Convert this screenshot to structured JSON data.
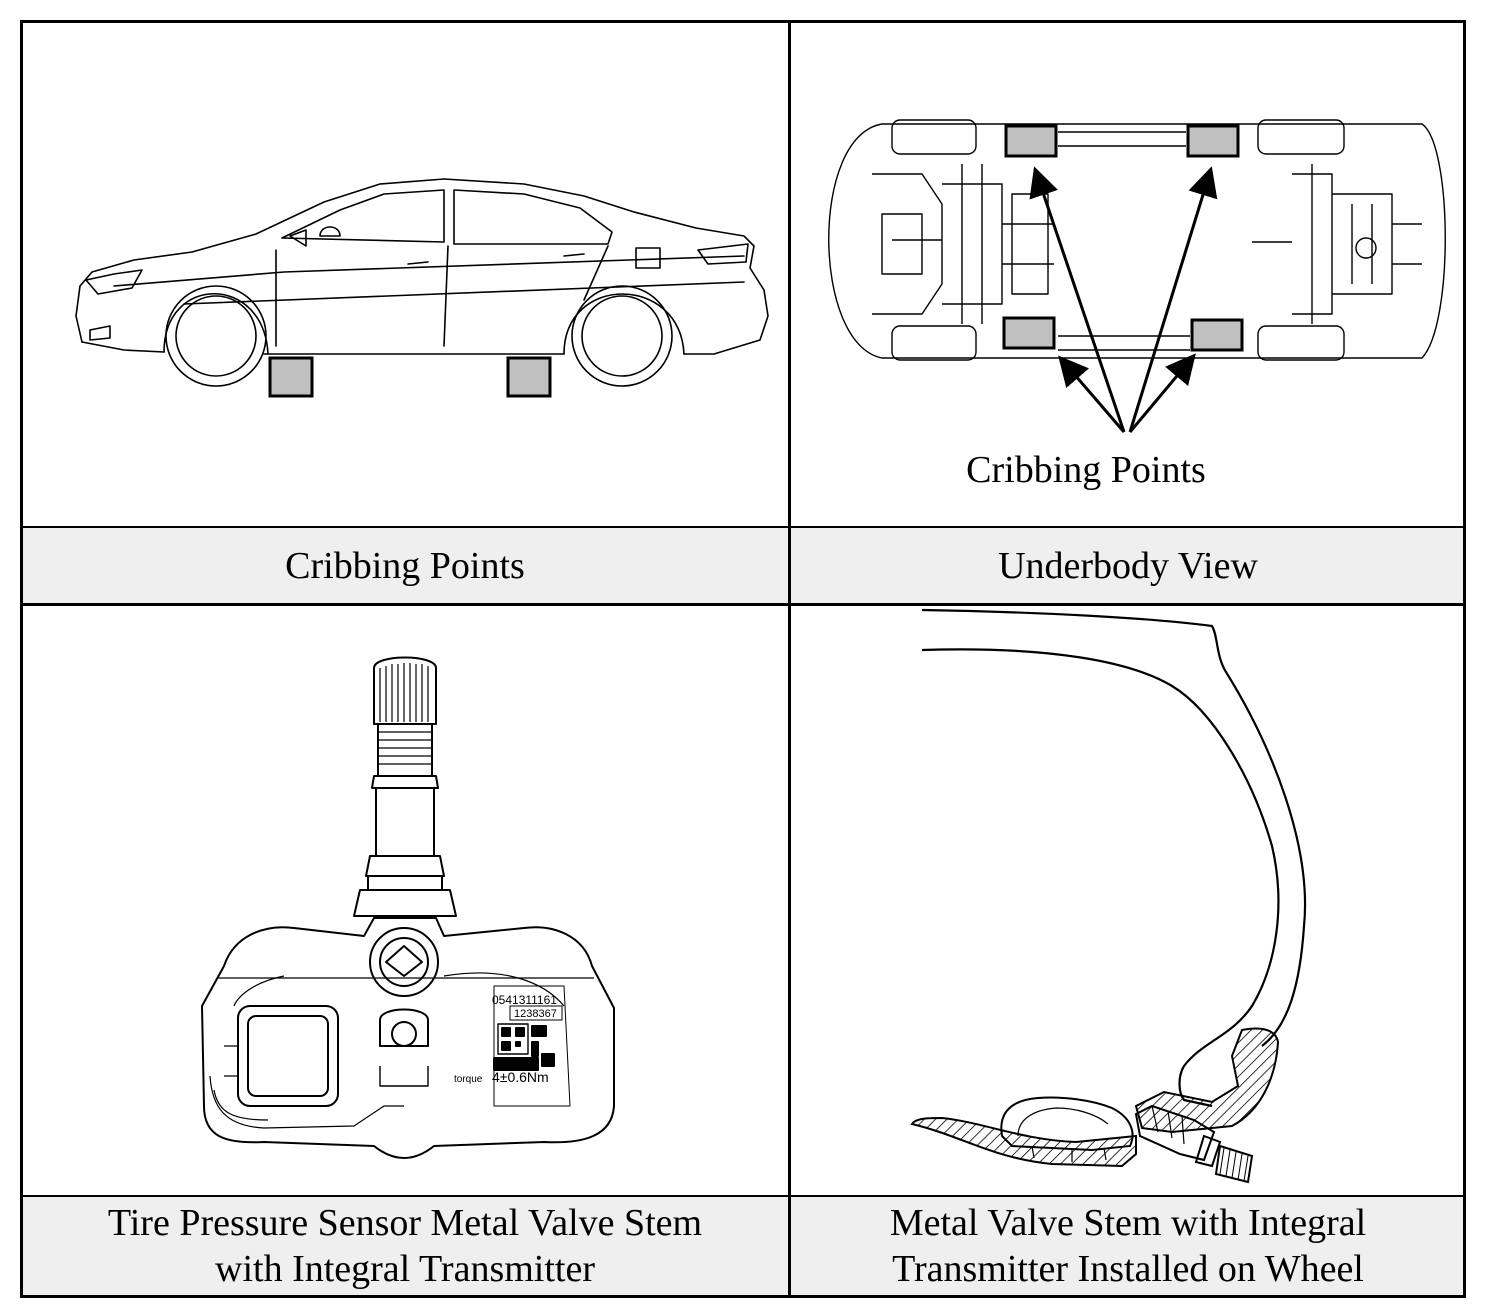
{
  "figures": {
    "car_side": {
      "caption": "Cribbing Points",
      "icon": "car-side-icon"
    },
    "underbody": {
      "caption": "Underbody View",
      "callout_label": "Cribbing Points",
      "icon": "car-underbody-icon"
    },
    "sensor": {
      "caption_line1": "Tire Pressure Sensor Metal Valve Stem",
      "caption_line2": "with Integral Transmitter",
      "icon": "tire-pressure-sensor-icon",
      "label_part_number": "0541311161",
      "label_serial": "1238367",
      "label_torque_prefix": "torque",
      "label_torque_value": "4±0.6Nm"
    },
    "wheel": {
      "caption_line1": "Metal Valve Stem with Integral",
      "caption_line2": "Transmitter Installed on Wheel",
      "icon": "wheel-valve-cross-section-icon"
    }
  },
  "colors": {
    "caption_background": "#efefef",
    "cribbing_block_fill": "#c0c0c0",
    "line": "#000000"
  }
}
